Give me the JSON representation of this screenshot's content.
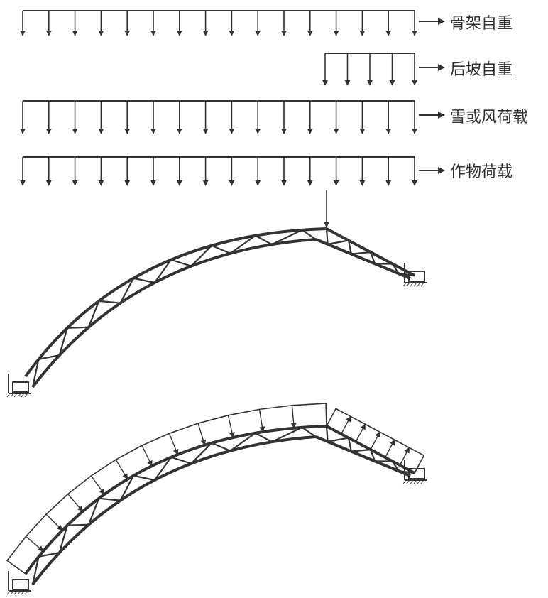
{
  "colors": {
    "ink": "#333333",
    "background": "#ffffff"
  },
  "loads": [
    {
      "id": "self-weight",
      "label": "骨架自重"
    },
    {
      "id": "back-slope-weight",
      "label": "后坡自重"
    },
    {
      "id": "snow-or-wind",
      "label": "雪或风荷载"
    },
    {
      "id": "crop-load",
      "label": "作物荷载"
    }
  ]
}
